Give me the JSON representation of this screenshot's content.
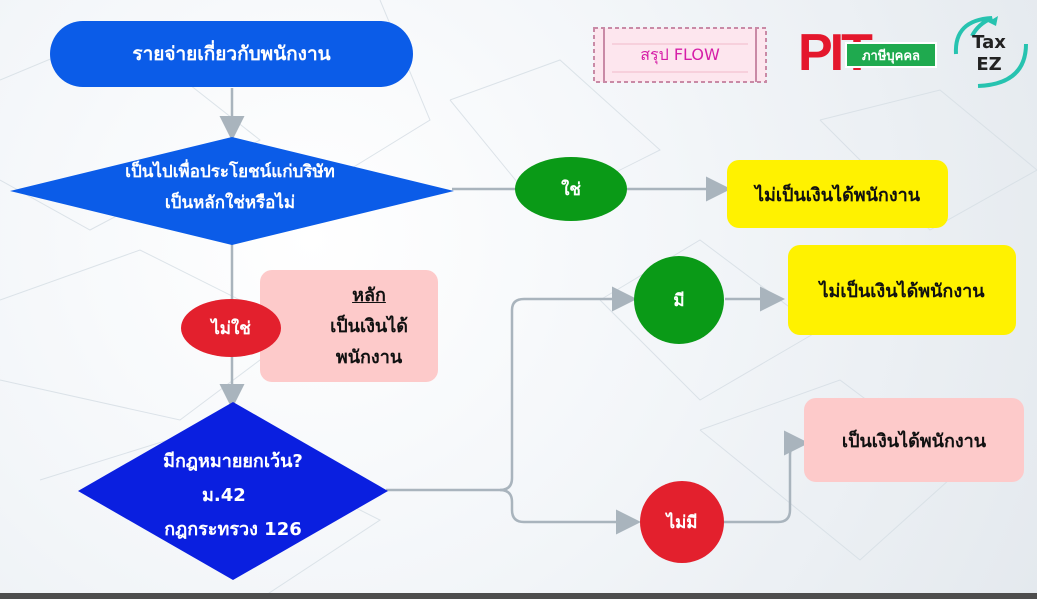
{
  "title": "รายจ่ายเกี่ยวกับพนักงาน",
  "decision1": {
    "line1": "เป็นไปเพื่อประโยชน์แก่บริษัท",
    "line2": "เป็นหลักใช่หรือไม่"
  },
  "yes_label": "ใช่",
  "yes_result": "ไม่เป็นเงินได้พนักงาน",
  "no_label": "ไม่ใช่",
  "principle": {
    "heading": "หลัก",
    "line1": "เป็นเงินได้",
    "line2": "พนักงาน"
  },
  "decision2": {
    "line1": "มีกฎหมายยกเว้น?",
    "line2": "ม.42",
    "line3": "กฎกระทรวง 126"
  },
  "has_label": "มี",
  "has_result": "ไม่เป็นเงินได้พนักงาน",
  "nothas_label": "ไม่มี",
  "nothas_result": "เป็นเงินได้พนักงาน",
  "logos": {
    "flow_text": "สรุป FLOW",
    "pit_text": "PIT",
    "pit_badge": "ภาษีบุคคล",
    "taxez_line1": "Tax",
    "taxez_line2": "EZ"
  },
  "colors": {
    "blue": "#0b5ce8",
    "dark_blue": "#0a1fe0",
    "green": "#0a9a17",
    "red": "#e3202d",
    "yellow": "#fff200",
    "pink": "#fdcaca",
    "connector": "#a9b4bd"
  }
}
